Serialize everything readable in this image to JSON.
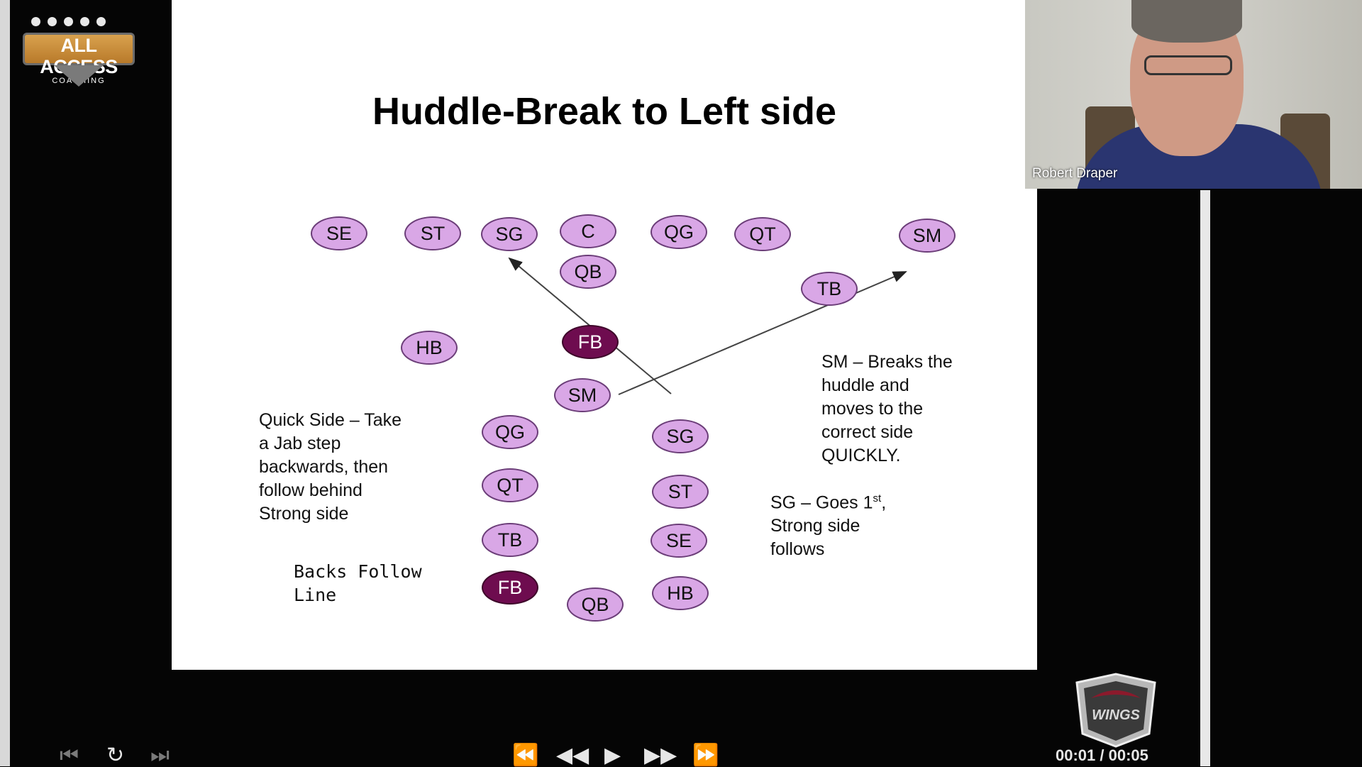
{
  "logo": {
    "title": "ALL ACCESS",
    "subtitle": "COACHING"
  },
  "slide": {
    "title": "Huddle-Break to Left side",
    "players": [
      {
        "label": "SE"
      },
      {
        "label": "ST"
      },
      {
        "label": "SG"
      },
      {
        "label": "C"
      },
      {
        "label": "QG"
      },
      {
        "label": "QT"
      },
      {
        "label": "SM"
      },
      {
        "label": "QB"
      },
      {
        "label": "TB"
      },
      {
        "label": "HB"
      },
      {
        "label": "FB"
      },
      {
        "label": "SM"
      },
      {
        "label": "QG"
      },
      {
        "label": "SG"
      },
      {
        "label": "QT"
      },
      {
        "label": "ST"
      },
      {
        "label": "TB"
      },
      {
        "label": "SE"
      },
      {
        "label": "FB"
      },
      {
        "label": "QB"
      },
      {
        "label": "HB"
      }
    ],
    "note_quick": [
      "Quick Side – Take",
      "a Jab step",
      "backwards, then",
      "follow behind",
      "Strong side"
    ],
    "note_backs": [
      "Backs Follow",
      "Line"
    ],
    "note_sm": [
      "SM – Breaks the",
      "huddle and",
      "moves to the",
      "correct side",
      "QUICKLY."
    ],
    "note_sg_line1": "SG – Goes 1",
    "note_sg_sup": "st",
    "note_sg_line1_end": ",",
    "note_sg_rest": [
      "Strong side",
      "follows"
    ]
  },
  "webcam": {
    "name": "Robert Draper"
  },
  "wings_logo": {
    "text": "WINGS"
  },
  "player_controls": {
    "skip_back_icon": "⏮",
    "replay_icon": "↻",
    "skip_forward_icon": "⏭",
    "rewind_fast_icon": "⏪",
    "rewind_icon": "◀◀",
    "play_icon": "▶",
    "forward_icon": "▶▶",
    "forward_fast_icon": "⏩",
    "time": "00:01 / 00:05"
  },
  "colors": {
    "player_fill": "#d9a7e6",
    "player_dark_fill": "#6e0c4f",
    "logo_gold": "#c98d3a"
  }
}
